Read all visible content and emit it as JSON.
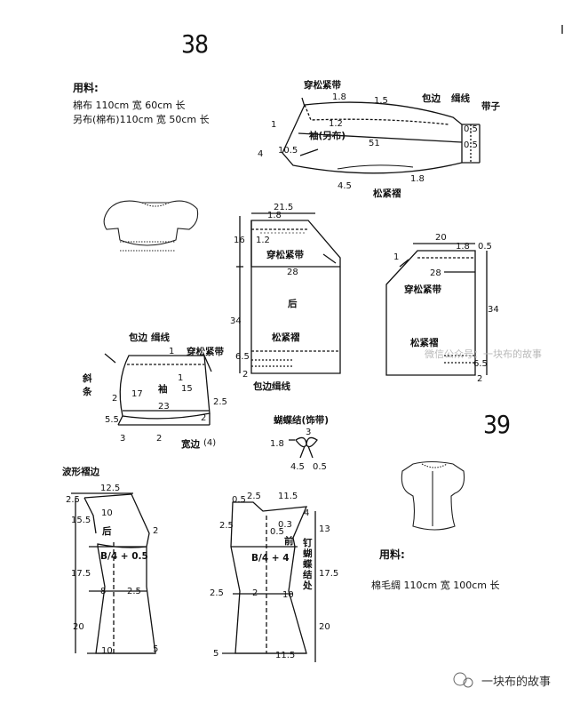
{
  "page38": {
    "number": "38",
    "materials": {
      "title": "用料:",
      "lines": [
        "棉布 110cm 宽 60cm 长",
        "另布(棉布)110cm 宽 50cm 长"
      ]
    },
    "sleeve_cuff": {
      "labels": {
        "elastic_channel": "穿松紧带",
        "binding": "包边",
        "topstitch": "缉线",
        "strap": "带子",
        "name": "袖(另布)",
        "elastic_gather": "松紧褶"
      },
      "dims": {
        "d1_8a": "1.8",
        "d1_5": "1.5",
        "d1_2": "1.2",
        "d1": "1",
        "d4": "4",
        "d10_5": "10.5",
        "d51": "51",
        "d0_5a": "0.5",
        "d0_5b": "0.5",
        "d4_5": "4.5",
        "d1_8b": "1.8"
      }
    },
    "back_panel": {
      "labels": {
        "elastic_channel": "穿松紧带",
        "name": "后",
        "elastic_gather": "松紧褶",
        "binding_stitch": "包边缉线"
      },
      "dims": {
        "d21_5": "21.5",
        "d1_8": "1.8",
        "d16": "16",
        "d1_2": "1.2",
        "d28": "28",
        "d34": "34",
        "d6_5": "6.5",
        "d2": "2"
      }
    },
    "front_panel": {
      "labels": {
        "elastic_channel": "穿松紧带",
        "elastic_gather": "松紧褶"
      },
      "dims": {
        "d20": "20",
        "d1_8": "1.8",
        "d0_5": "0.5",
        "d1": "1",
        "d28": "28",
        "d34": "34",
        "d6_5": "6.5",
        "d2": "2"
      }
    },
    "sleeve": {
      "labels": {
        "binding": "包边",
        "topstitch": "缉线",
        "elastic_channel": "穿松紧带",
        "bias": "斜条",
        "name": "袖",
        "hem": "宽边"
      },
      "dims": {
        "d1": "1",
        "d1b": "1",
        "d2a": "2",
        "d17": "17",
        "d15": "15",
        "d2_5": "2.5",
        "d23": "23",
        "d5_5": "5.5",
        "d2b": "2",
        "d3": "3",
        "d2c": "2",
        "d4": "(4)"
      }
    },
    "bow": {
      "label": "蝴蝶结(饰带)",
      "d3": "3",
      "d1_8": "1.8",
      "d4_5": "4.5",
      "d0_5": "0.5"
    },
    "watermark": "微信公众号：一块布的故事"
  },
  "page39": {
    "number": "39",
    "ruffle_label": "波形褶边",
    "back": {
      "labels": {
        "name": "后",
        "bust": "B/4 + 0.5"
      },
      "dims": {
        "d12_5": "12.5",
        "d2_5": "2.5",
        "d10": "10",
        "d15_5": "15.5",
        "d2": "2",
        "d17_5": "17.5",
        "d8": "8",
        "d2_5b": "2.5",
        "d20": "20",
        "d10b": "10",
        "d5": "5"
      }
    },
    "front": {
      "labels": {
        "name": "前",
        "bust": "B/4 + 4",
        "bow_pos": "钉蝴蝶结处"
      },
      "dims": {
        "d0_5": "0.5",
        "d2_5": "2.5",
        "d11_5": "11.5",
        "d0_3": "0.3",
        "d4": "4",
        "d13": "13",
        "d2_5b": "2.5",
        "d0_5b": "0.5",
        "d17_5": "17.5",
        "d2_5c": "2.5",
        "d2": "2",
        "d10": "10",
        "d20": "20",
        "d5": "5",
        "d11_5b": "11.5"
      }
    },
    "materials": {
      "title": "用料:",
      "lines": [
        "棉毛绸 110cm 宽 100cm 长"
      ]
    }
  },
  "footer": {
    "brand": "一块布的故事"
  }
}
